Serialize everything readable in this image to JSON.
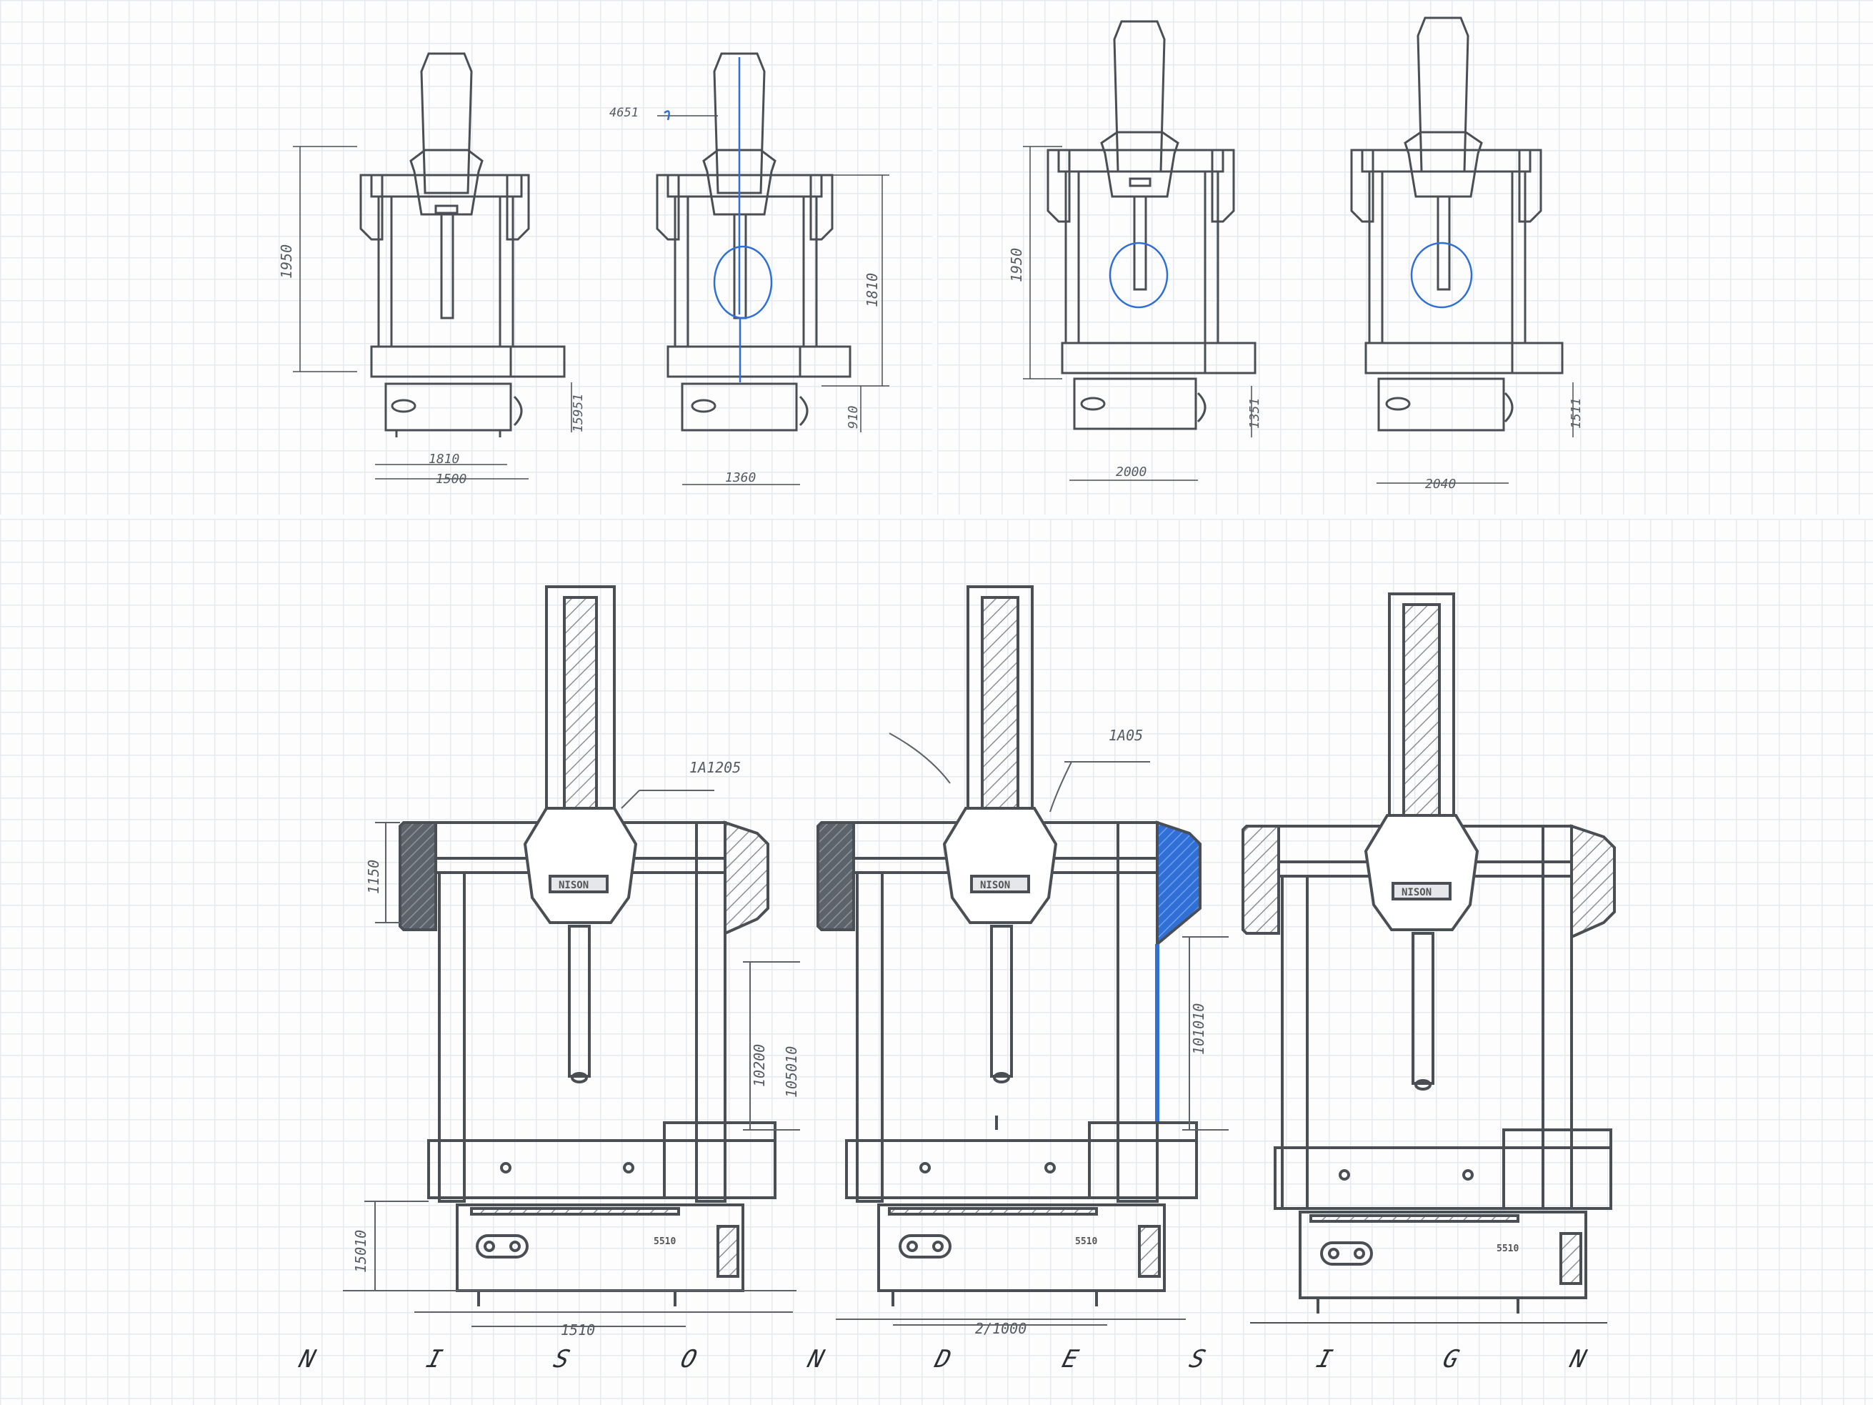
{
  "footer": {
    "letters": [
      "N",
      "I",
      "S",
      "O",
      "N",
      "D",
      "E",
      "S",
      "I",
      "G",
      "N"
    ]
  },
  "colors": {
    "line": "#4a4f55",
    "accent": "#2f6fd6",
    "hatch": "#8b9096",
    "grid": "#e6eaef"
  },
  "top_sketches": [
    {
      "height_label": "1950",
      "base_height_label": "15951",
      "inner_width_label": "1810",
      "outer_width_label": "1500"
    },
    {
      "callout_label": "4651",
      "height_label": "1810",
      "base_height_label": "910",
      "outer_width_label": "1360"
    },
    {
      "height_label": "1950",
      "base_height_label": "1351",
      "outer_width_label": "2000"
    },
    {
      "base_height_label": "1511",
      "outer_width_label": "2040"
    }
  ],
  "bottom_sketches": [
    {
      "callout_label": "1A1205",
      "side_label": "1150",
      "column_labels": [
        "10200",
        "105010"
      ],
      "base_height_label": "15010",
      "width_label": "1510"
    },
    {
      "callout_label": "1A05",
      "column_label": "101010",
      "width_label": "2/1000"
    },
    {}
  ],
  "brand_plate": "NISON",
  "model_plates": [
    "5510",
    "5510",
    "5510"
  ]
}
